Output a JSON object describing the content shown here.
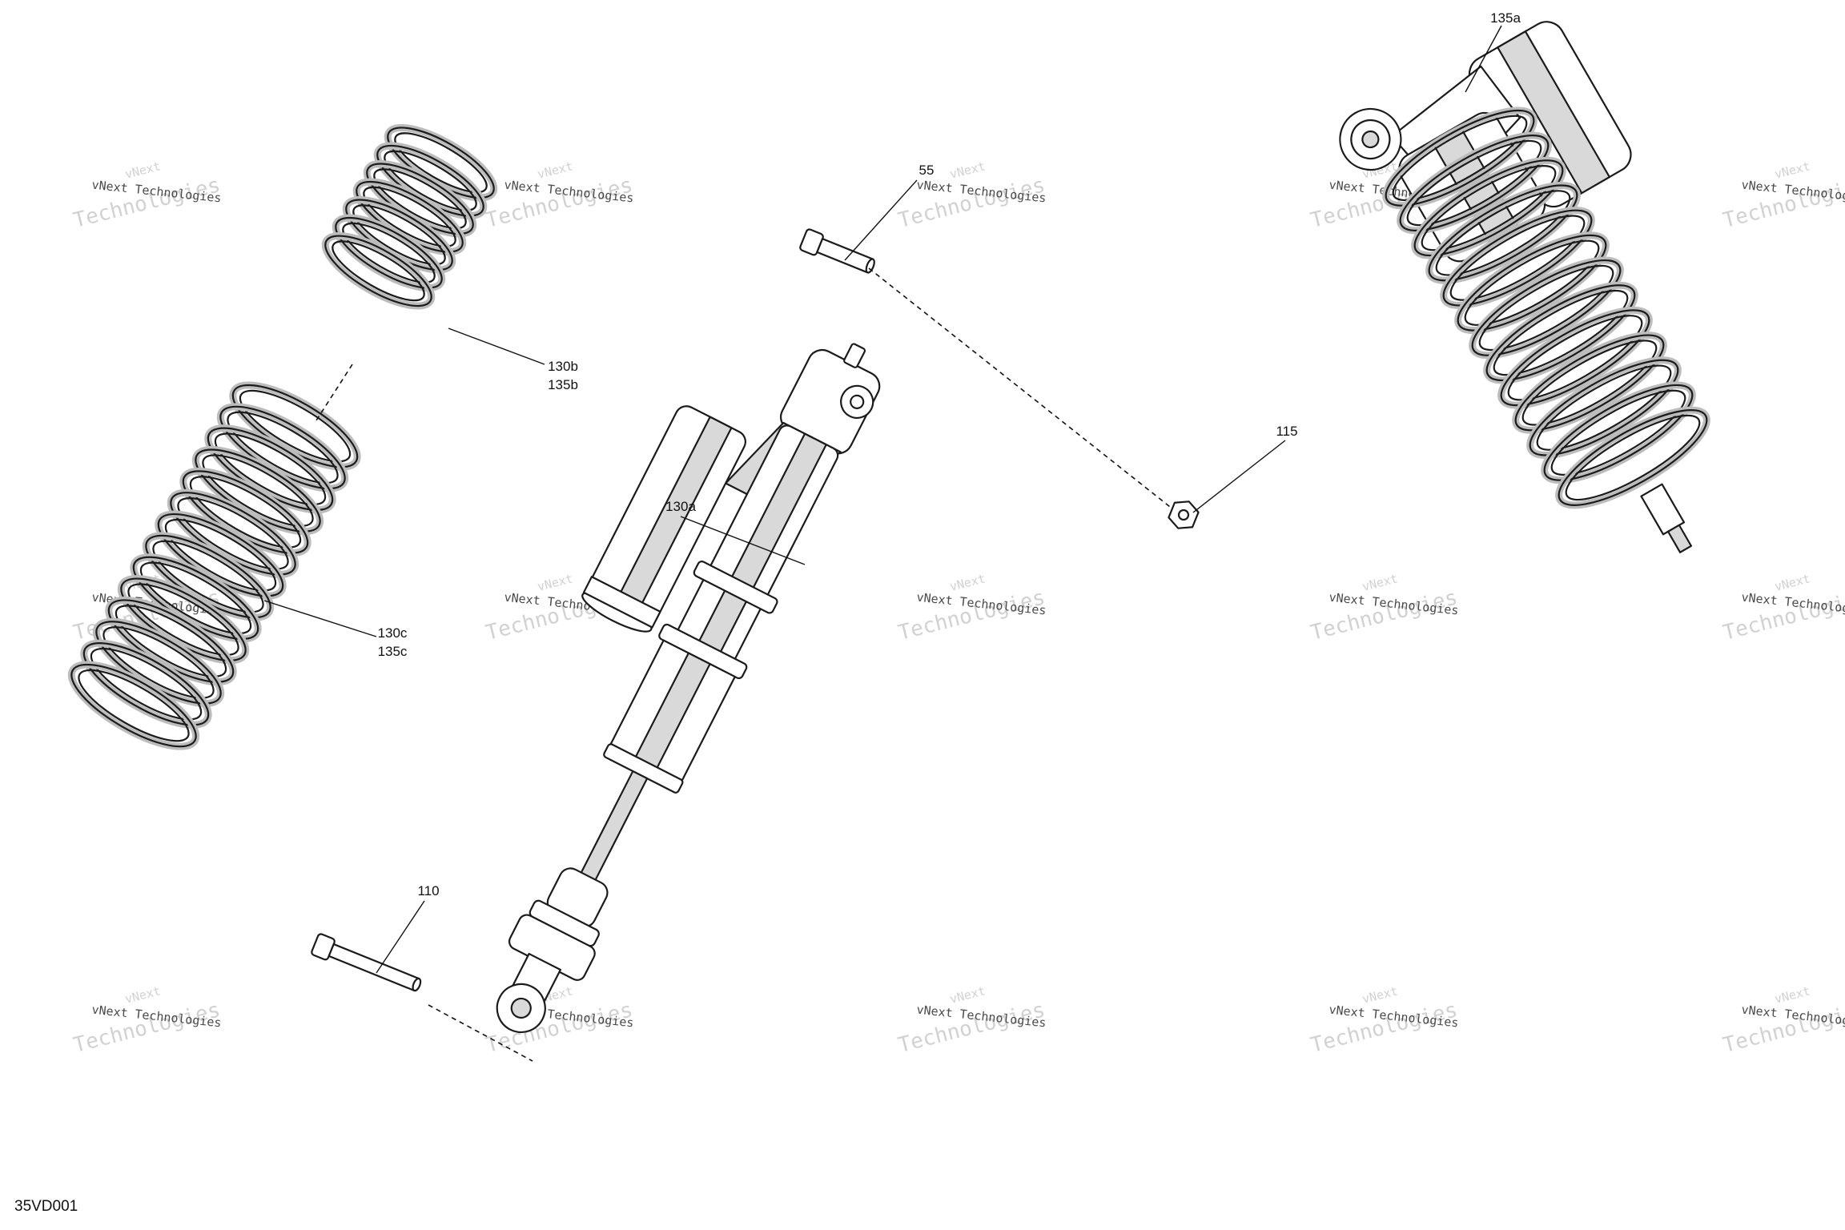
{
  "diagram_code": "35VD001",
  "callouts": {
    "c130b": [
      "130b",
      "135b"
    ],
    "c130c": [
      "130c",
      "135c"
    ],
    "c130a": "130a",
    "c55": "55",
    "c110": "110",
    "c115": "115",
    "c135a": "135a"
  },
  "watermark": {
    "line1": "vNext Technologies",
    "line2": "Technologies",
    "line3": "vNext"
  }
}
